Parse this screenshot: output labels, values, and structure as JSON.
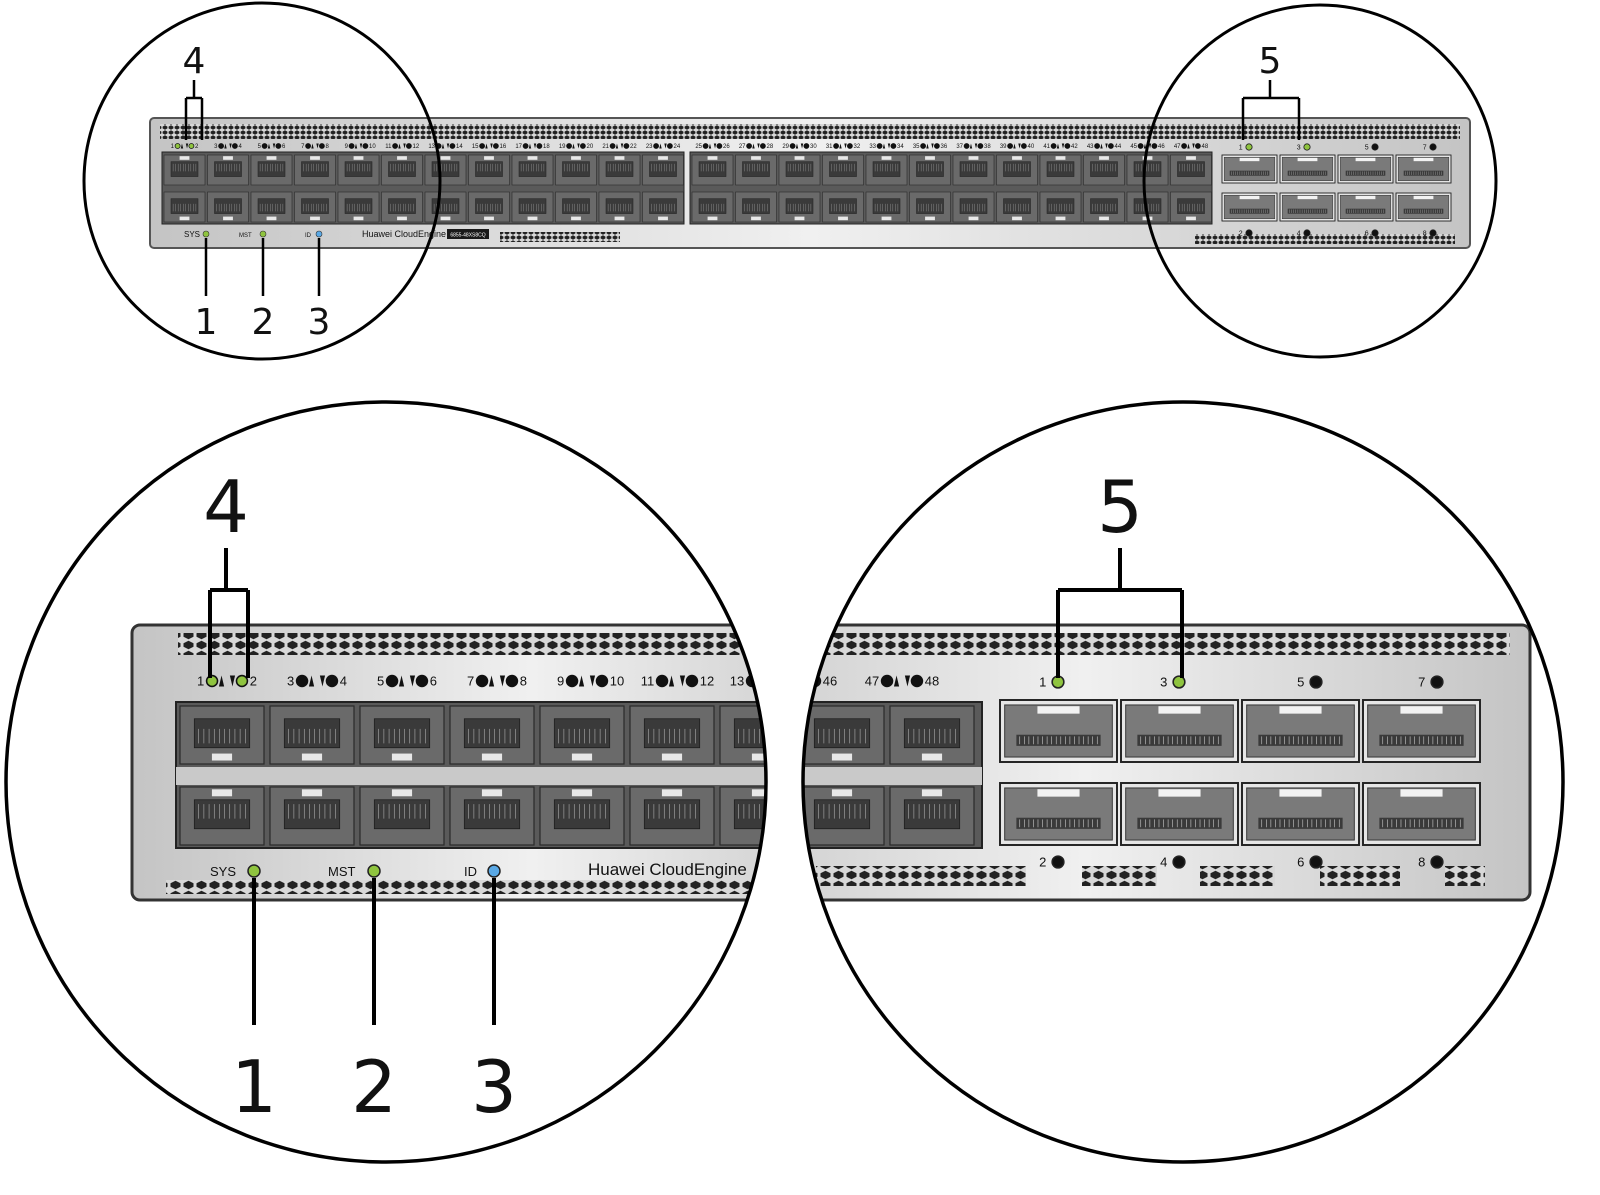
{
  "callouts": [
    "1",
    "2",
    "3",
    "4",
    "5"
  ],
  "indicators": {
    "sys": "SYS",
    "mst": "MST",
    "id": "ID"
  },
  "brand": "Huawei CloudEngine",
  "model": "6855-48XS8CQ",
  "port_numbers": {
    "top_row_left": [
      "1",
      "2",
      "3",
      "4",
      "5",
      "6",
      "7",
      "8",
      "9",
      "10",
      "11",
      "12",
      "13",
      "14",
      "15",
      "16",
      "17",
      "18",
      "19",
      "20",
      "21",
      "22",
      "23",
      "24"
    ],
    "top_row_right": [
      "25",
      "26",
      "27",
      "28",
      "29",
      "30",
      "31",
      "32",
      "33",
      "34",
      "35",
      "36",
      "37",
      "38",
      "39",
      "40",
      "41",
      "42",
      "43",
      "44",
      "45",
      "46",
      "47",
      "48"
    ],
    "qsfp_top": [
      "1",
      "3",
      "5",
      "7"
    ],
    "qsfp_bottom": [
      "2",
      "4",
      "6",
      "8"
    ]
  },
  "colors": {
    "led_green": "#8fc43f",
    "led_blue": "#5aa9e6",
    "panel": "#d6d6d6",
    "port_block": "#5a5a5a"
  }
}
